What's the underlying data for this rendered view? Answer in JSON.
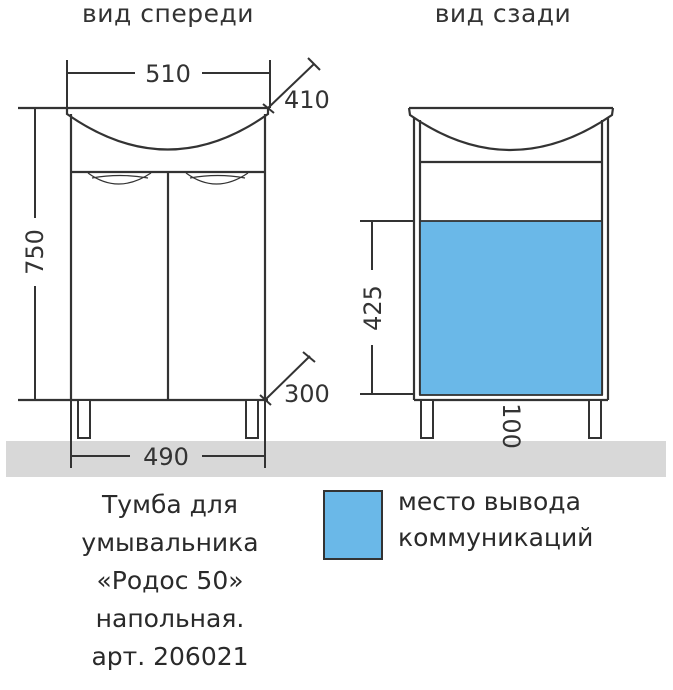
{
  "views": {
    "front": {
      "title": "вид спереди"
    },
    "back": {
      "title": "вид сзади"
    }
  },
  "dimensions": {
    "width_top": "510",
    "depth_top": "410",
    "height_total": "750",
    "depth_bottom": "300",
    "width_bottom": "490",
    "comm_zone_height": "425",
    "leg_height": "100"
  },
  "caption": {
    "lines": [
      "Тумба для",
      "умывальника",
      "«Родос 50»",
      "напольная.",
      "арт. 206021"
    ]
  },
  "legend": {
    "swatch_color": "#6ab8e8",
    "lines": [
      "место вывода",
      "коммуникаций"
    ]
  },
  "colors": {
    "line": "#333333",
    "floor": "#d8d8d8",
    "comm_zone": "#6ab8e8"
  }
}
